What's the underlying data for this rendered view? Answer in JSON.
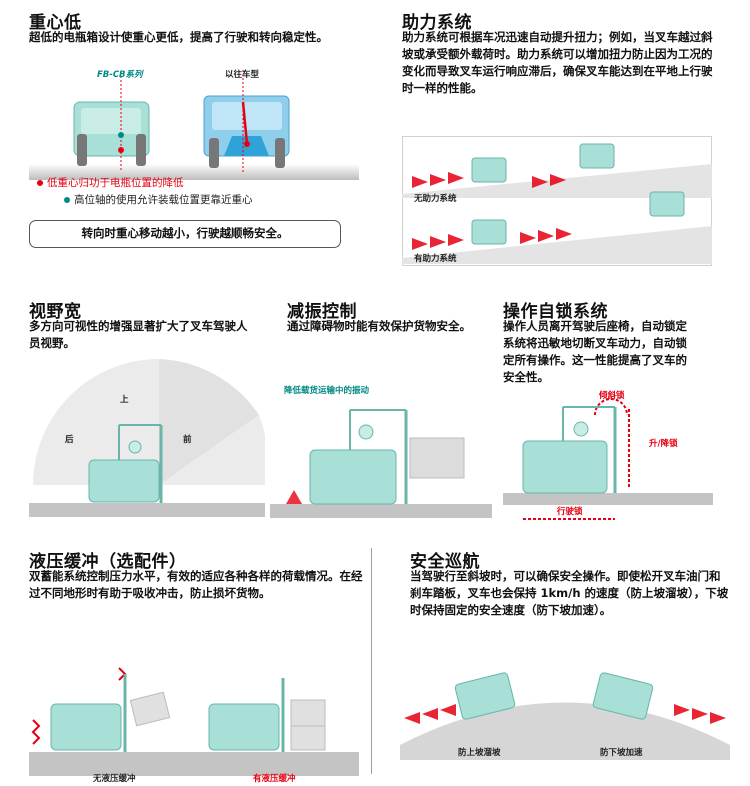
{
  "sections": {
    "cog": {
      "title": "重心低",
      "desc": "超低的电瓶箱设计使重心更低，提高了行驶和转向稳定性。",
      "fig_label_new": "FB-CB系列",
      "fig_label_old": "以往车型",
      "note_red": "低重心归功于电瓶位置的降低",
      "note_teal": "高位轴的使用允许装载位置更靠近重心",
      "summary": "转向时重心移动越小，行驶越顺畅安全。"
    },
    "power": {
      "title": "助力系统",
      "desc": "助力系统可根据车况迅速自动提升扭力；例如，当叉车越过斜坡或承受额外载荷时。助力系统可以增加扭力防止因为工况的变化而导致叉车运行响应滞后，确保叉车能达到在平地上行驶时一样的性能。",
      "label_without": "无助力系统",
      "label_with": "有助力系统"
    },
    "view": {
      "title": "视野宽",
      "desc": "多方向可视性的增强显著扩大了叉车驾驶人员视野。",
      "label_up": "上",
      "label_back": "后",
      "label_front": "前"
    },
    "damp": {
      "title": "减振控制",
      "desc": "通过障碍物时能有效保护货物安全。",
      "label": "降低载货运输中的振动"
    },
    "lock": {
      "title": "操作自锁系统",
      "desc": "操作人员离开驾驶后座椅，自动锁定系统将迅敏地切断叉车动力，自动锁定所有操作。这一性能提高了叉车的安全性。",
      "label_tilt": "倾斜锁",
      "label_lift": "升/降锁",
      "label_travel": "行驶锁"
    },
    "cushion": {
      "title": "液压缓冲（选配件）",
      "desc": "双蓄能系统控制压力水平，有效的适应各种各样的荷载情况。在经过不同地形时有助于吸收冲击，防止损坏货物。",
      "label_without": "无液压缓冲",
      "label_with": "有液压缓冲"
    },
    "cruise": {
      "title": "安全巡航",
      "desc": "当驾驶行至斜坡时，可以确保安全操作。即使松开叉车油门和刹车踏板，叉车也会保持 1km/h 的速度（防上坡溜坡），下坡时保持固定的安全速度（防下坡加速）。",
      "label_up": "防上坡溜坡",
      "label_down": "防下坡加速"
    }
  },
  "colors": {
    "accent_teal": "#8fd4c9",
    "accent_red": "#e60012",
    "accent_blue": "#7ec3ea",
    "ground": "#bcbcbc"
  }
}
